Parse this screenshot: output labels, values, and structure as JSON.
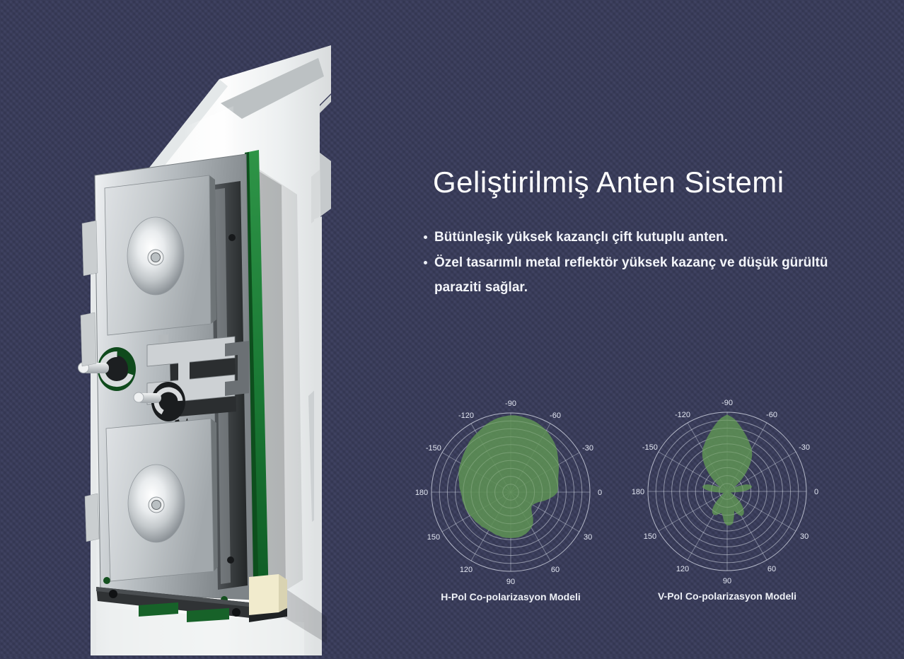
{
  "colors": {
    "background": "#3a3d5c",
    "title_text": "#ffffff",
    "body_text": "#f3f5fa",
    "lobe_green": "#5d9154",
    "grid_gray": "#ccd2e0"
  },
  "hero": {
    "title": "Geliştirilmiş Anten Sistemi",
    "bullets": [
      "Bütünleşik yüksek kazançlı çift kutuplu anten.",
      "Özel tasarımlı metal reflektör yüksek kazanç ve düşük gürültü paraziti sağlar."
    ]
  },
  "chart_data": [
    {
      "type": "polar-area",
      "title": "H-Pol Co-polarizasyon Modeli",
      "legend": "radiation pattern, horizontal polarization",
      "angle_labels": [
        -90,
        -60,
        -30,
        0,
        30,
        60,
        90,
        120,
        150,
        180,
        -150,
        -120
      ],
      "angle_convention": "0 at right, -90 at top, labels every 30 degrees",
      "rings": 10,
      "grid": true,
      "fill_color": "#5d9154",
      "grid_color": "#ccd2e0",
      "label_color": "#e3e7f2",
      "r_start_deg": -180,
      "r_step_deg": 5,
      "r_values": [
        0.63,
        0.65,
        0.66,
        0.68,
        0.7,
        0.72,
        0.73,
        0.75,
        0.77,
        0.79,
        0.82,
        0.84,
        0.86,
        0.88,
        0.91,
        0.93,
        0.95,
        0.96,
        0.97,
        0.97,
        0.96,
        0.95,
        0.94,
        0.92,
        0.9,
        0.87,
        0.84,
        0.81,
        0.77,
        0.73,
        0.7,
        0.67,
        0.64,
        0.62,
        0.61,
        0.6,
        0.59,
        0.55,
        0.49,
        0.43,
        0.37,
        0.34,
        0.32,
        0.32,
        0.34,
        0.38,
        0.44,
        0.49,
        0.52,
        0.54,
        0.56,
        0.57,
        0.58,
        0.58,
        0.58,
        0.58,
        0.58,
        0.57,
        0.57,
        0.56,
        0.56,
        0.56,
        0.57,
        0.57,
        0.58,
        0.58,
        0.59,
        0.6,
        0.61,
        0.61,
        0.62,
        0.62
      ]
    },
    {
      "type": "polar-area",
      "title": "V-Pol Co-polarizasyon Modeli",
      "legend": "radiation pattern, vertical polarization",
      "angle_labels": [
        -90,
        -60,
        -30,
        0,
        30,
        60,
        90,
        120,
        150,
        180,
        -150,
        -120
      ],
      "angle_convention": "0 at right, -90 at top, labels every 30 degrees",
      "rings": 10,
      "grid": true,
      "fill_color": "#5d9154",
      "grid_color": "#ccd2e0",
      "label_color": "#e3e7f2",
      "r_start_deg": -180,
      "r_step_deg": 5,
      "r_values": [
        0.2,
        0.28,
        0.32,
        0.31,
        0.26,
        0.16,
        0.1,
        0.15,
        0.24,
        0.34,
        0.45,
        0.55,
        0.62,
        0.67,
        0.73,
        0.79,
        0.86,
        0.93,
        0.97,
        0.93,
        0.86,
        0.79,
        0.73,
        0.67,
        0.62,
        0.55,
        0.45,
        0.34,
        0.24,
        0.15,
        0.1,
        0.16,
        0.26,
        0.31,
        0.32,
        0.28,
        0.2,
        0.11,
        0.07,
        0.05,
        0.05,
        0.07,
        0.1,
        0.15,
        0.22,
        0.28,
        0.33,
        0.36,
        0.36,
        0.32,
        0.26,
        0.33,
        0.41,
        0.43,
        0.43,
        0.4,
        0.32,
        0.28,
        0.3,
        0.33,
        0.34,
        0.33,
        0.29,
        0.22,
        0.14,
        0.09,
        0.06,
        0.05,
        0.06,
        0.07,
        0.09,
        0.12
      ]
    }
  ]
}
